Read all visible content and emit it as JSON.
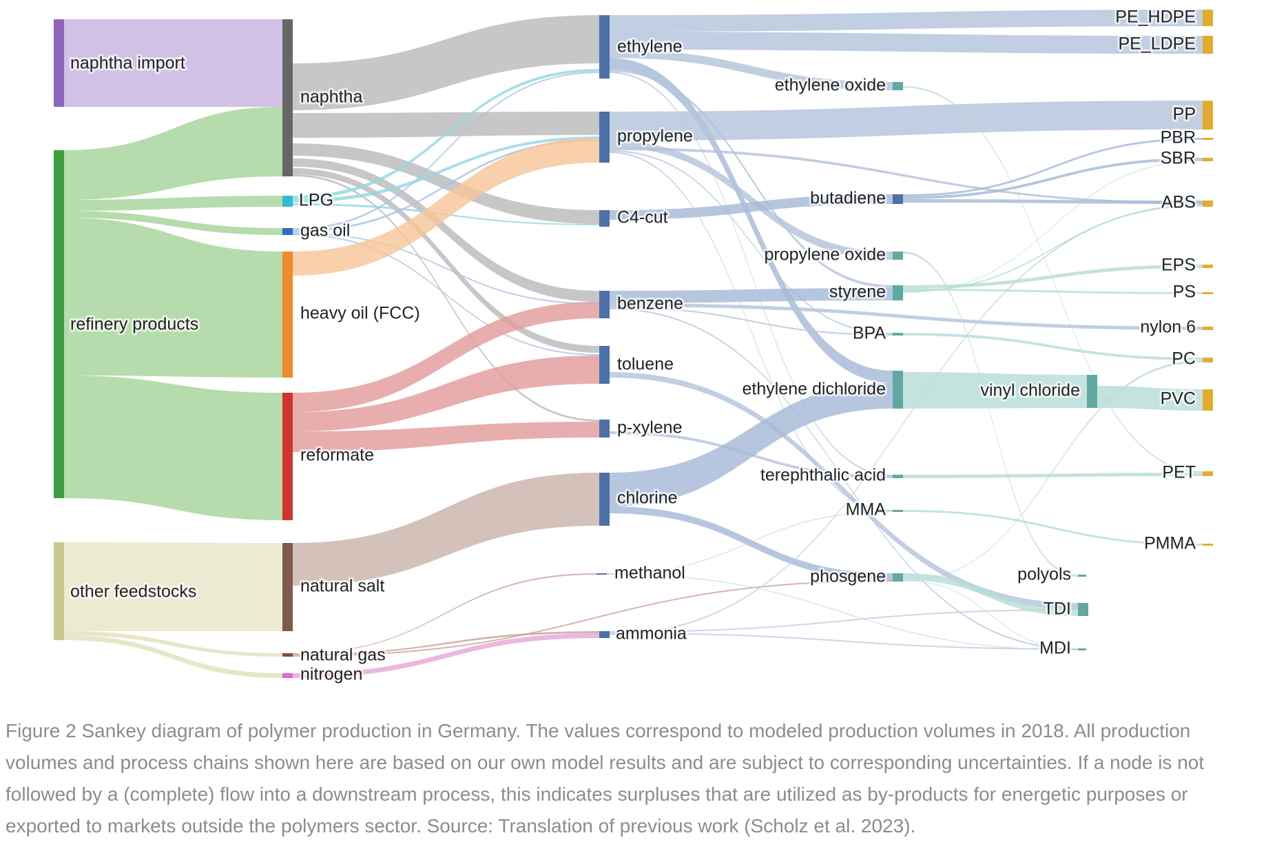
{
  "diagram": {
    "type": "sankey",
    "nodes": [
      {
        "id": "naphtha_import",
        "label": "naphtha import",
        "color": "#8e63c0"
      },
      {
        "id": "refinery_products",
        "label": "refinery products",
        "color": "#3f9e3f"
      },
      {
        "id": "other_feedstocks",
        "label": "other feedstocks",
        "color": "#c9c98c"
      },
      {
        "id": "naphtha",
        "label": "naphtha",
        "color": "#666666"
      },
      {
        "id": "lpg",
        "label": "LPG",
        "color": "#2fbcd0"
      },
      {
        "id": "gas_oil",
        "label": "gas oil",
        "color": "#2c6fbf"
      },
      {
        "id": "heavy_oil",
        "label": "heavy oil (FCC)",
        "color": "#f08a2e"
      },
      {
        "id": "reformate",
        "label": "reformate",
        "color": "#cf3530"
      },
      {
        "id": "natural_salt",
        "label": "natural salt",
        "color": "#7f5a4d"
      },
      {
        "id": "natural_gas",
        "label": "natural gas",
        "color": "#7f4f42"
      },
      {
        "id": "nitrogen",
        "label": "nitrogen",
        "color": "#dc6fc6"
      },
      {
        "id": "ethylene",
        "label": "ethylene",
        "color": "#4c70a8"
      },
      {
        "id": "propylene",
        "label": "propylene",
        "color": "#4c70a8"
      },
      {
        "id": "c4_cut",
        "label": "C4-cut",
        "color": "#4c70a8"
      },
      {
        "id": "benzene",
        "label": "benzene",
        "color": "#4c70a8"
      },
      {
        "id": "toluene",
        "label": "toluene",
        "color": "#4c70a8"
      },
      {
        "id": "p_xylene",
        "label": "p-xylene",
        "color": "#4c70a8"
      },
      {
        "id": "chlorine",
        "label": "chlorine",
        "color": "#4c70a8"
      },
      {
        "id": "methanol",
        "label": "methanol",
        "color": "#4c70a8"
      },
      {
        "id": "ammonia",
        "label": "ammonia",
        "color": "#4c70a8"
      },
      {
        "id": "ethylene_oxide",
        "label": "ethylene oxide",
        "color": "#5fa9a0"
      },
      {
        "id": "butadiene",
        "label": "butadiene",
        "color": "#4c70a8"
      },
      {
        "id": "propylene_oxide",
        "label": "propylene oxide",
        "color": "#5fa9a0"
      },
      {
        "id": "styrene",
        "label": "styrene",
        "color": "#5fa9a0"
      },
      {
        "id": "bpa",
        "label": "BPA",
        "color": "#5fa9a0"
      },
      {
        "id": "edc",
        "label": "ethylene dichloride",
        "color": "#5fa9a0"
      },
      {
        "id": "tpa",
        "label": "terephthalic acid",
        "color": "#5fa9a0"
      },
      {
        "id": "mma",
        "label": "MMA",
        "color": "#5fa9a0"
      },
      {
        "id": "phosgene",
        "label": "phosgene",
        "color": "#5fa9a0"
      },
      {
        "id": "vinyl_chloride",
        "label": "vinyl chloride",
        "color": "#5fa9a0"
      },
      {
        "id": "polyols",
        "label": "polyols",
        "color": "#5fa9a0"
      },
      {
        "id": "tdi",
        "label": "TDI",
        "color": "#5fa9a0"
      },
      {
        "id": "mdi",
        "label": "MDI",
        "color": "#5fa9a0"
      },
      {
        "id": "pe_hdpe",
        "label": "PE_HDPE",
        "color": "#e3ac2e"
      },
      {
        "id": "pe_ldpe",
        "label": "PE_LDPE",
        "color": "#e3ac2e"
      },
      {
        "id": "pp",
        "label": "PP",
        "color": "#e3ac2e"
      },
      {
        "id": "pbr",
        "label": "PBR",
        "color": "#e3ac2e"
      },
      {
        "id": "sbr",
        "label": "SBR",
        "color": "#e3ac2e"
      },
      {
        "id": "abs",
        "label": "ABS",
        "color": "#e3ac2e"
      },
      {
        "id": "eps",
        "label": "EPS",
        "color": "#e3ac2e"
      },
      {
        "id": "ps",
        "label": "PS",
        "color": "#e3ac2e"
      },
      {
        "id": "nylon6",
        "label": "nylon 6",
        "color": "#e3ac2e"
      },
      {
        "id": "pc",
        "label": "PC",
        "color": "#e3ac2e"
      },
      {
        "id": "pvc",
        "label": "PVC",
        "color": "#e3ac2e"
      },
      {
        "id": "pet",
        "label": "PET",
        "color": "#e3ac2e"
      },
      {
        "id": "pmma",
        "label": "PMMA",
        "color": "#e3ac2e"
      }
    ],
    "links": [
      {
        "source": "naphtha_import",
        "target": "naphtha",
        "color": "#c7b3de"
      },
      {
        "source": "refinery_products",
        "target": "naphtha",
        "color": "#a6d49b"
      },
      {
        "source": "refinery_products",
        "target": "lpg",
        "color": "#a6d49b"
      },
      {
        "source": "refinery_products",
        "target": "gas_oil",
        "color": "#a6d49b"
      },
      {
        "source": "refinery_products",
        "target": "heavy_oil",
        "color": "#a6d49b"
      },
      {
        "source": "refinery_products",
        "target": "reformate",
        "color": "#a6d49b"
      },
      {
        "source": "other_feedstocks",
        "target": "natural_salt",
        "color": "#e8e6c8"
      },
      {
        "source": "other_feedstocks",
        "target": "natural_gas",
        "color": "#e2e0bd"
      },
      {
        "source": "other_feedstocks",
        "target": "nitrogen",
        "color": "#e2e0bd"
      },
      {
        "source": "naphtha",
        "target": "ethylene",
        "color": "#bbbbbb"
      },
      {
        "source": "naphtha",
        "target": "propylene",
        "color": "#bbbbbb"
      },
      {
        "source": "naphtha",
        "target": "c4_cut",
        "color": "#bbbbbb"
      },
      {
        "source": "naphtha",
        "target": "benzene",
        "color": "#bbbbbb"
      },
      {
        "source": "naphtha",
        "target": "toluene",
        "color": "#bbbbbb"
      },
      {
        "source": "naphtha",
        "target": "p_xylene",
        "color": "#bbbbbb"
      },
      {
        "source": "lpg",
        "target": "ethylene",
        "color": "#94d8e2"
      },
      {
        "source": "lpg",
        "target": "propylene",
        "color": "#94d8e2"
      },
      {
        "source": "lpg",
        "target": "c4_cut",
        "color": "#94d8e2"
      },
      {
        "source": "gas_oil",
        "target": "ethylene",
        "color": "#a9c3e2"
      },
      {
        "source": "gas_oil",
        "target": "propylene",
        "color": "#a9c3e2"
      },
      {
        "source": "gas_oil",
        "target": "benzene",
        "color": "#a9c3e2"
      },
      {
        "source": "gas_oil",
        "target": "toluene",
        "color": "#a9c3e2"
      },
      {
        "source": "heavy_oil",
        "target": "propylene",
        "color": "#f7c698"
      },
      {
        "source": "reformate",
        "target": "benzene",
        "color": "#e39c9c"
      },
      {
        "source": "reformate",
        "target": "toluene",
        "color": "#e39c9c"
      },
      {
        "source": "reformate",
        "target": "p_xylene",
        "color": "#e39c9c"
      },
      {
        "source": "natural_salt",
        "target": "chlorine",
        "color": "#c9b3ab"
      },
      {
        "source": "natural_gas",
        "target": "methanol",
        "color": "#c9a39a"
      },
      {
        "source": "natural_gas",
        "target": "ammonia",
        "color": "#c9a39a"
      },
      {
        "source": "natural_gas",
        "target": "phosgene",
        "color": "#c9a39a"
      },
      {
        "source": "nitrogen",
        "target": "ammonia",
        "color": "#e7a7db"
      },
      {
        "source": "ethylene",
        "target": "pe_hdpe",
        "color": "#b4c3da"
      },
      {
        "source": "ethylene",
        "target": "pe_ldpe",
        "color": "#b4c3da"
      },
      {
        "source": "ethylene",
        "target": "ethylene_oxide",
        "color": "#b4c3da"
      },
      {
        "source": "ethylene",
        "target": "edc",
        "color": "#a6b9d8"
      },
      {
        "source": "ethylene",
        "target": "styrene",
        "color": "#b4c3da"
      },
      {
        "source": "ethylene",
        "target": "tpa",
        "color": "#b4c3da"
      },
      {
        "source": "propylene",
        "target": "pp",
        "color": "#b4c3da"
      },
      {
        "source": "propylene",
        "target": "propylene_oxide",
        "color": "#b4c3da"
      },
      {
        "source": "propylene",
        "target": "abs",
        "color": "#b4c3da"
      },
      {
        "source": "propylene",
        "target": "bpa",
        "color": "#b4c3da"
      },
      {
        "source": "propylene",
        "target": "mma",
        "color": "#b4c3da"
      },
      {
        "source": "c4_cut",
        "target": "butadiene",
        "color": "#a6b9d8"
      },
      {
        "source": "benzene",
        "target": "styrene",
        "color": "#a6b9d8"
      },
      {
        "source": "benzene",
        "target": "nylon6",
        "color": "#b4c3da"
      },
      {
        "source": "benzene",
        "target": "bpa",
        "color": "#b4c3da"
      },
      {
        "source": "benzene",
        "target": "mdi",
        "color": "#b4c3da"
      },
      {
        "source": "toluene",
        "target": "tdi",
        "color": "#b4c3da"
      },
      {
        "source": "p_xylene",
        "target": "tpa",
        "color": "#b4c3da"
      },
      {
        "source": "chlorine",
        "target": "edc",
        "color": "#a6b9d8"
      },
      {
        "source": "chlorine",
        "target": "phosgene",
        "color": "#a6b9d8"
      },
      {
        "source": "methanol",
        "target": "mma",
        "color": "#c1cde0"
      },
      {
        "source": "methanol",
        "target": "mdi",
        "color": "#c1cde0"
      },
      {
        "source": "ammonia",
        "target": "tdi",
        "color": "#c1cde0"
      },
      {
        "source": "ammonia",
        "target": "mdi",
        "color": "#c1cde0"
      },
      {
        "source": "ammonia",
        "target": "abs",
        "color": "#c1cde0"
      },
      {
        "source": "ethylene_oxide",
        "target": "pet",
        "color": "#b7ddd8"
      },
      {
        "source": "butadiene",
        "target": "pbr",
        "color": "#a6b9d8"
      },
      {
        "source": "butadiene",
        "target": "sbr",
        "color": "#a6b9d8"
      },
      {
        "source": "butadiene",
        "target": "abs",
        "color": "#a6b9d8"
      },
      {
        "source": "propylene_oxide",
        "target": "polyols",
        "color": "#b7ddd8"
      },
      {
        "source": "styrene",
        "target": "eps",
        "color": "#b7ddd8"
      },
      {
        "source": "styrene",
        "target": "ps",
        "color": "#b7ddd8"
      },
      {
        "source": "styrene",
        "target": "abs",
        "color": "#b7ddd8"
      },
      {
        "source": "styrene",
        "target": "sbr",
        "color": "#b7ddd8"
      },
      {
        "source": "bpa",
        "target": "pc",
        "color": "#b7ddd8"
      },
      {
        "source": "edc",
        "target": "vinyl_chloride",
        "color": "#b7ddd8"
      },
      {
        "source": "vinyl_chloride",
        "target": "pvc",
        "color": "#b7ddd8"
      },
      {
        "source": "tpa",
        "target": "pet",
        "color": "#b7ddd8"
      },
      {
        "source": "mma",
        "target": "pmma",
        "color": "#b7ddd8"
      },
      {
        "source": "phosgene",
        "target": "tdi",
        "color": "#b7ddd8"
      },
      {
        "source": "phosgene",
        "target": "mdi",
        "color": "#b7ddd8"
      },
      {
        "source": "phosgene",
        "target": "pc",
        "color": "#b7ddd8"
      }
    ]
  },
  "caption": "Figure 2 Sankey diagram of polymer production in Germany. The values correspond to modeled production volumes in 2018. All production volumes and process chains shown here are based on our own model results and are subject to corresponding uncertainties. If a node is not followed by a (complete) flow into a downstream process, this indicates surpluses that are utilized as by-products for energetic purposes or exported to markets outside the polymers sector. Source: Translation of previous work (Scholz et al. 2023)."
}
